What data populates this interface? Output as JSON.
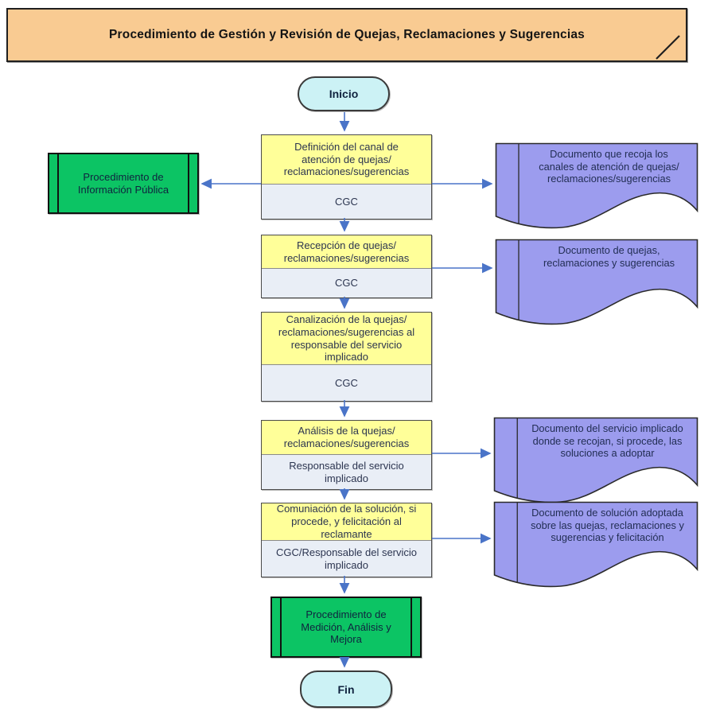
{
  "title": "Procedimiento de Gestión y Revisión de Quejas, Reclamaciones y Sugerencias",
  "terminators": {
    "start": "Inicio",
    "end": "Fin"
  },
  "steps": [
    {
      "action": "Definición del canal de\natención de quejas/\nreclamaciones/sugerencias",
      "responsible": "CGC"
    },
    {
      "action": "Recepción de quejas/\nreclamaciones/sugerencias",
      "responsible": "CGC"
    },
    {
      "action": "Canalización de la quejas/\nreclamaciones/sugerencias al\nresponsable del servicio\nimplicado",
      "responsible": "CGC"
    },
    {
      "action": "Análisis de la quejas/\nreclamaciones/sugerencias",
      "responsible": "Responsable del servicio\nimplicado"
    },
    {
      "action": "Comuniación de la solución, si\nprocede, y felicitación al\nreclamante",
      "responsible": "CGC/Responsable del servicio\nimplicado"
    }
  ],
  "predefined_processes": [
    {
      "label": "Procedimiento de\nInformación Pública"
    },
    {
      "label": "Procedimiento de\nMedición, Análisis y\nMejora"
    }
  ],
  "documents": [
    {
      "label": "Documento que recoja los\ncanales de atención de quejas/\nreclamaciones/sugerencias"
    },
    {
      "label": "Documento de quejas,\nreclamaciones y sugerencias"
    },
    {
      "label": "Documento del servicio implicado\ndonde se recojan, si procede, las\nsoluciones a adoptar"
    },
    {
      "label": "Documento de solución adoptada\nsobre las quejas, reclamaciones y\nsugerencias y felicitación"
    }
  ],
  "colors": {
    "banner_fill": "#F9CB92",
    "process_fill": "#FFFF99",
    "responsible_fill": "#E9EEF6",
    "predefined_fill": "#0CC464",
    "document_fill": "#9C9CEE",
    "terminator_fill": "#CCF2F5",
    "arrow": "#4A74C8"
  }
}
